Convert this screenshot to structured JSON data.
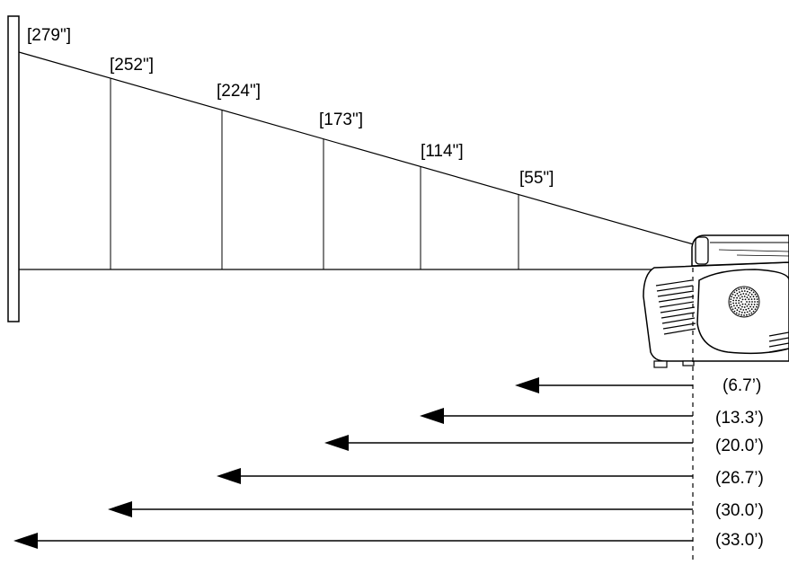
{
  "diagram": {
    "screen_sizes": [
      "[279\"]",
      "[252\"]",
      "[224\"]",
      "[173\"]",
      "[114\"]",
      "[55\"]"
    ],
    "distances": [
      "(6.7’)",
      "(13.3’)",
      "(20.0’)",
      "(26.7’)",
      "(30.0’)",
      "(33.0’)"
    ]
  },
  "colors": {
    "line": "#000000",
    "background": "#ffffff"
  }
}
